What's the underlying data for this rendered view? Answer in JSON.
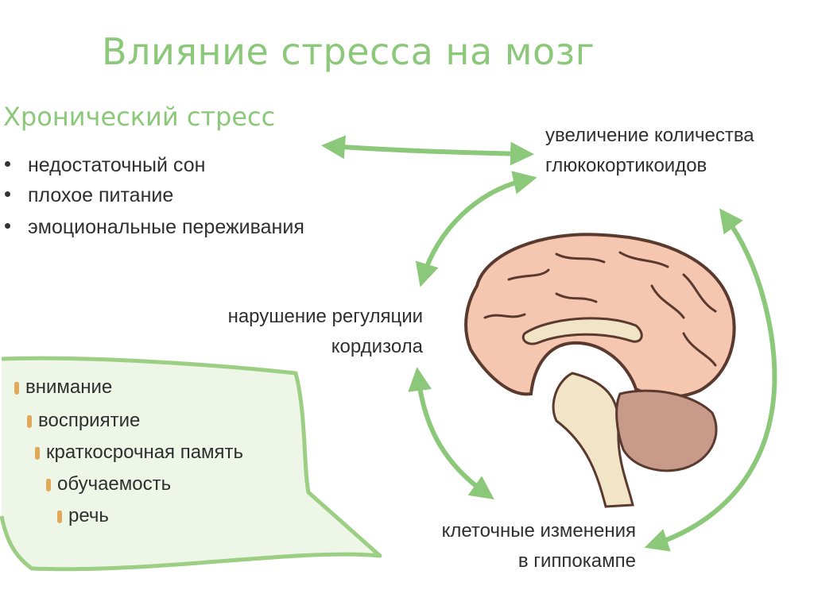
{
  "title": "Влияние стресса на мозг",
  "causes": {
    "heading": "Хронический стресс",
    "items": [
      "недостаточный сон",
      "плохое питание",
      "эмоциональные переживания"
    ]
  },
  "nodes": {
    "glucocorticoids": [
      "увеличение количества",
      "глюкокортикоидов"
    ],
    "cortisol": [
      "нарушение регуляции",
      "кордизола"
    ],
    "hippocampus": [
      "клеточные изменения",
      "в гиппокампе"
    ]
  },
  "effects": {
    "items": [
      "внимание",
      "восприятие",
      "краткосрочная память",
      "обучаемость",
      "речь"
    ]
  },
  "colors": {
    "accent": "#8cc87a",
    "brain_cortex": "#f5c6b0",
    "cerebellum": "#c79a8a",
    "brainstem": "#f2e4c6",
    "marker": "#e0a95a"
  }
}
